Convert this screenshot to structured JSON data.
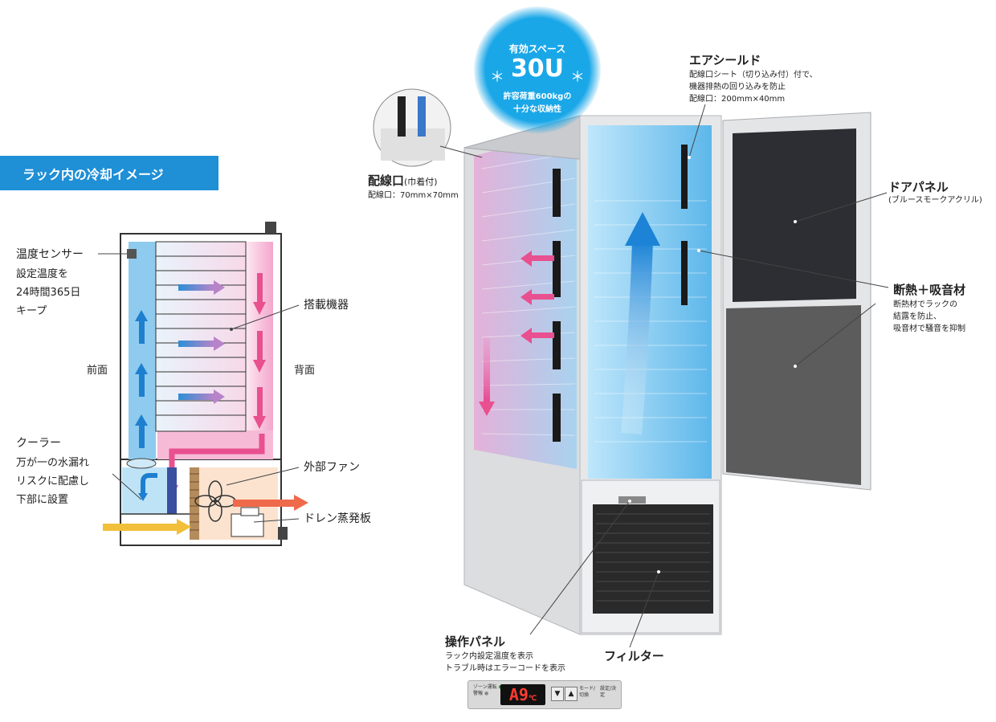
{
  "colors": {
    "accent_blue": "#1f8fd6",
    "cool_blue": "#86c9ee",
    "warm_pink": "#f19ac5",
    "arrow_pink": "#e8508f",
    "arrow_yellow": "#f2bf3a",
    "arrow_orange": "#ee6a4b",
    "door_dark": "#2d2e33",
    "door_gray": "#5c5c5c"
  },
  "left": {
    "title": "ラック内の冷却イメージ",
    "sensor": {
      "title": "温度センサー",
      "lines": [
        "設定温度を",
        "24時間365日",
        "キープ"
      ]
    },
    "front": "前面",
    "back": "背面",
    "equipment": "搭載機器",
    "cooler": {
      "title": "クーラー",
      "lines": [
        "万が一の水漏れ",
        "リスクに配慮し",
        "下部に設置"
      ]
    },
    "fan": "外部ファン",
    "drain": "ドレン蒸発板"
  },
  "right": {
    "badge": {
      "line1": "有効スペース",
      "big": "30U",
      "line3": "許容荷重600kgの",
      "line4": "十分な収納性",
      "star": "＊"
    },
    "wiring": {
      "title": "配線口",
      "suffix": "(巾着付)",
      "spec": "配線口：70mm×70mm"
    },
    "airshield": {
      "title": "エアシールド",
      "lines": [
        "配線口シート（切り込み付）付で、",
        "機器排熱の回り込みを防止",
        "配線口：200mm×40mm"
      ]
    },
    "door": {
      "title": "ドアパネル",
      "sub": "(ブルースモークアクリル)"
    },
    "insulation": {
      "title": "断熱＋吸音材",
      "lines": [
        "断熱材でラックの",
        "結露を防止、",
        "吸音材で騒音を抑制"
      ]
    },
    "panel": {
      "title": "操作パネル",
      "lines": [
        "ラック内設定温度を表示",
        "トラブル時はエラーコードを表示"
      ]
    },
    "filter": "フィルター",
    "lcd": {
      "led1": "ゾーン運転",
      "led2": "警報",
      "display": "A9",
      "unit": "℃",
      "btn_down": "▼",
      "btn_up": "▲",
      "btn_mode": "モード/切換",
      "btn_set": "設定/決定"
    }
  }
}
